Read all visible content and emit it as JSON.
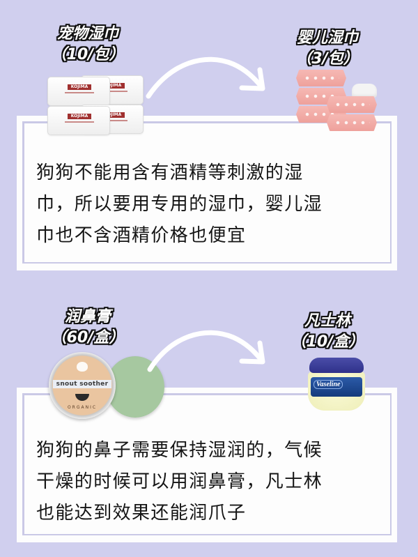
{
  "colors": {
    "background": "#d0cfee",
    "card": "#fdfdfd",
    "card_border": "#cac9e6",
    "text": "#151515"
  },
  "sections": [
    {
      "from": {
        "name": "宠物湿巾",
        "price": "（10/包）",
        "image": "pet-wipes-product"
      },
      "to": {
        "name": "婴儿湿巾",
        "price": "（3/包）",
        "image": "baby-wipes-product"
      },
      "arrow": "curved-arrow-icon",
      "description_lines": [
        "狗狗不能用含有酒精等刺激的湿",
        "巾，所以要用专用的湿巾，婴儿湿",
        "巾也不含酒精价格也便宜"
      ]
    },
    {
      "from": {
        "name": "润鼻膏",
        "price": "（60/盒）",
        "image": "snout-soother-product",
        "brand_text": "snout soother",
        "sub_text": "ORGANIC"
      },
      "to": {
        "name": "凡士林",
        "price": "（10/盒）",
        "image": "vaseline-product",
        "brand_text": "Vaseline"
      },
      "arrow": "curved-arrow-icon",
      "description_lines": [
        "狗狗的鼻子需要保持湿润的，气候",
        "干燥的时候可以用润鼻膏，凡士林",
        "也能达到效果还能润爪子"
      ]
    }
  ],
  "product_text": {
    "pet_wipes_brand": "KOJIMA"
  }
}
